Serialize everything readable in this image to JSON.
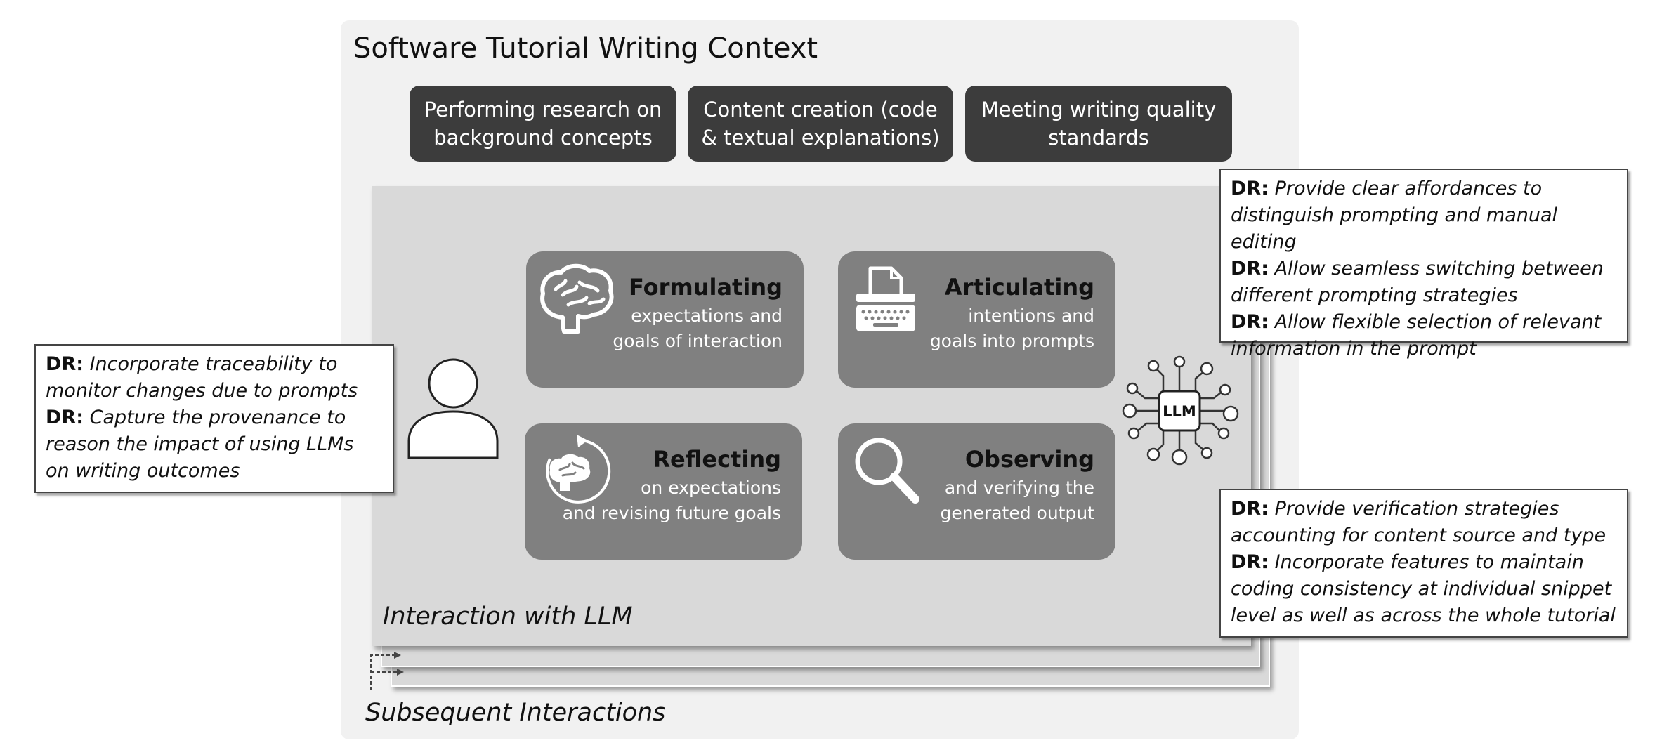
{
  "context": {
    "title": "Software Tutorial Writing Context",
    "activities": [
      "Performing research on\nbackground concepts",
      "Content creation (code\n& textual explanations)",
      "Meeting writing quality\nstandards"
    ]
  },
  "interaction": {
    "title": "Interaction with LLM",
    "subsequent": "Subsequent Interactions",
    "llm_label": "LLM",
    "tasks": [
      {
        "heading": "Formulating",
        "body": "expectations and\ngoals of interaction",
        "icon": "brain-icon"
      },
      {
        "heading": "Articulating",
        "body": "intentions and\ngoals into prompts",
        "icon": "typewriter-icon"
      },
      {
        "heading": "Reflecting",
        "body": "on expectations\nand revising future goals",
        "icon": "brain-cycle-icon"
      },
      {
        "heading": "Observing",
        "body": "and verifying the\ngenerated output",
        "icon": "magnifier-icon"
      }
    ]
  },
  "design_requirements": {
    "label": "DR:",
    "left": [
      "Incorporate traceability to monitor changes due to prompts",
      "Capture the provenance to reason the impact of using LLMs on writing outcomes"
    ],
    "top_right": [
      "Provide clear affordances to distinguish prompting and manual editing",
      "Allow seamless switching between different prompting strategies",
      "Allow flexible selection of relevant information in the prompt"
    ],
    "bottom_right": [
      "Provide verification strategies accounting for content source and type",
      "Incorporate features to maintain coding consistency at individual snippet level as well as across the whole tutorial"
    ]
  },
  "colors": {
    "activity_box": "#3c3c3c",
    "task_box": "#808080",
    "panel": "#d9d9d9",
    "outer": "#f1f1f1"
  }
}
